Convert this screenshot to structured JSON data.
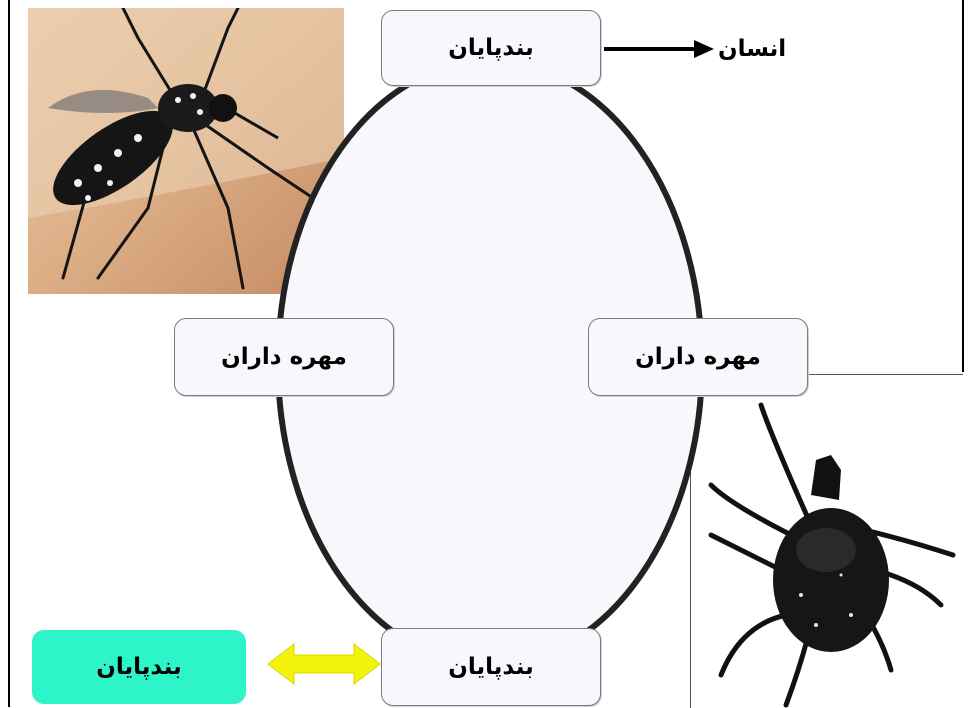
{
  "nodes": {
    "top": "بندپایان",
    "left": "مهره داران",
    "right": "مهره داران",
    "bottom": "بندپایان"
  },
  "human_label": "انسان",
  "green_box_label": "بندپایان",
  "photos": {
    "top_left": "mosquito-photo",
    "bottom_right": "tick-drawing"
  },
  "colors": {
    "ellipse_fill": "#f8f8fc",
    "green_box": "#2ef5c8",
    "yellow_arrow": "#f2f20a"
  }
}
